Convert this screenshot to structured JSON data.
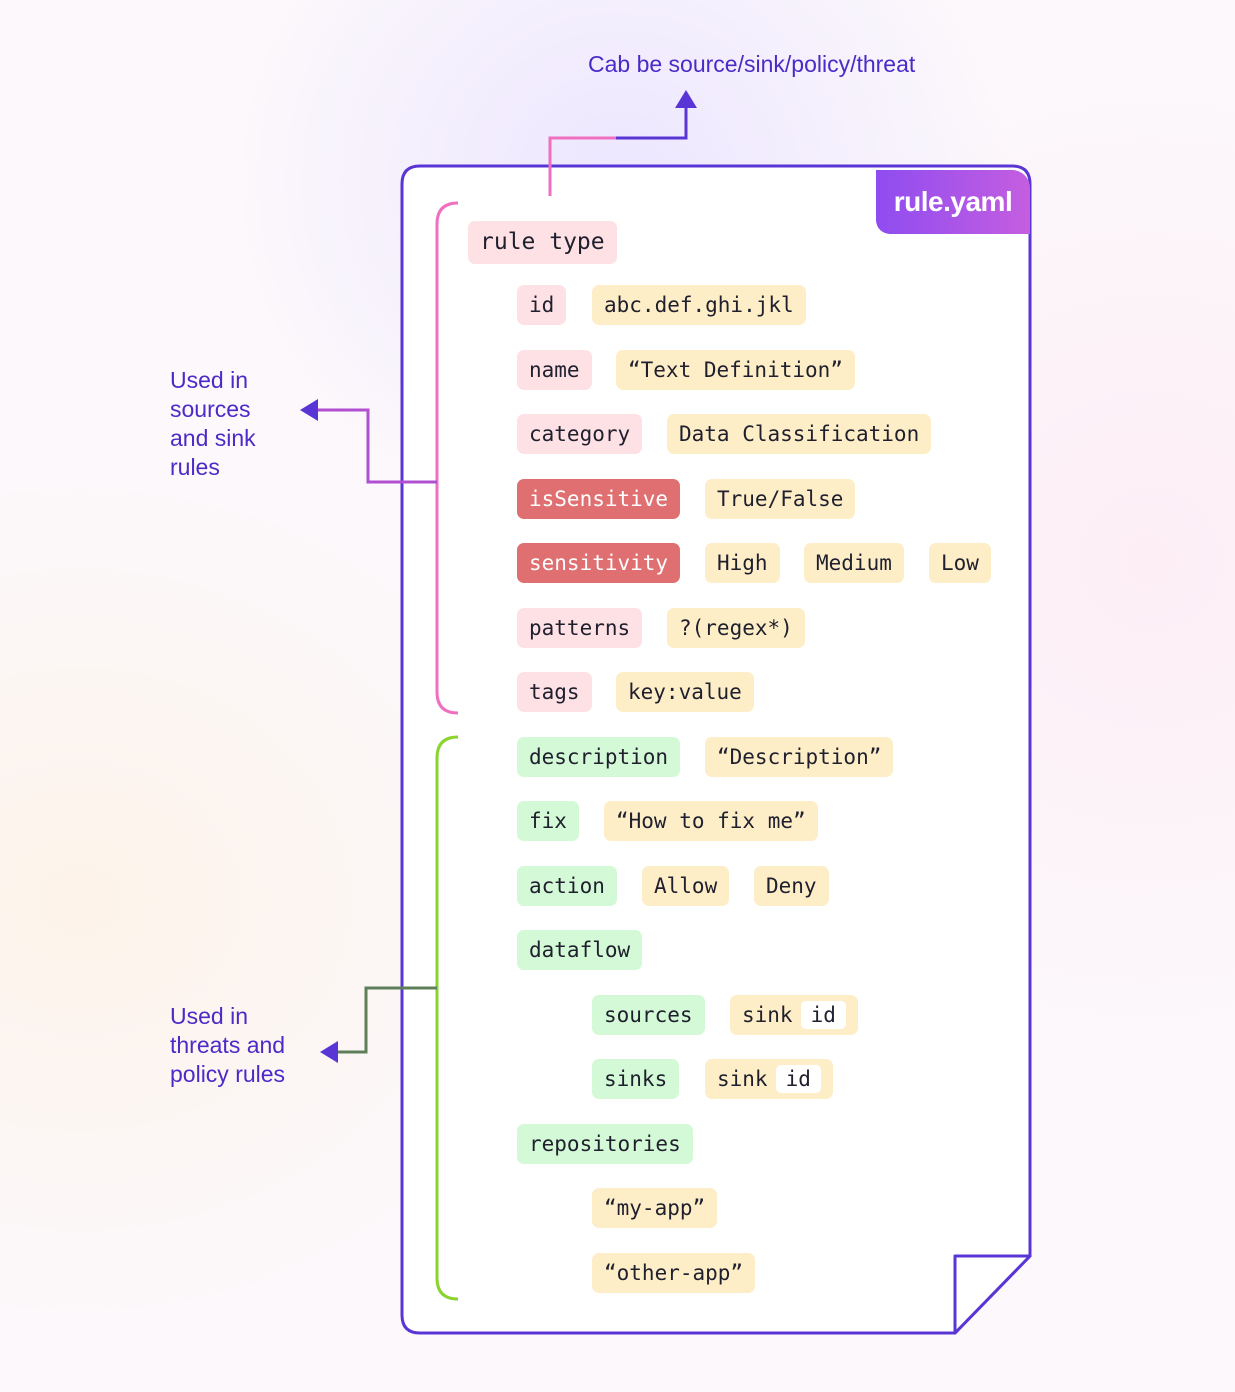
{
  "file_name": "rule.yaml",
  "annotations": {
    "top": "Cab be source/sink/policy/threat",
    "sources_sink": [
      "Used in",
      "sources",
      "and sink",
      "rules"
    ],
    "threats_policy": [
      "Used in",
      "threats and",
      "policy rules"
    ]
  },
  "fields": {
    "rule_type": "rule type",
    "id": {
      "key": "id",
      "value": "abc.def.ghi.jkl"
    },
    "name": {
      "key": "name",
      "value": "“Text Definition”"
    },
    "category": {
      "key": "category",
      "value": "Data Classification"
    },
    "is_sensitive": {
      "key": "isSensitive",
      "value": "True/False"
    },
    "sensitivity": {
      "key": "sensitivity",
      "values": [
        "High",
        "Medium",
        "Low"
      ]
    },
    "patterns": {
      "key": "patterns",
      "value": "?(regex*)"
    },
    "tags": {
      "key": "tags",
      "value": "key:value"
    },
    "description": {
      "key": "description",
      "value": "“Description”"
    },
    "fix": {
      "key": "fix",
      "value": "“How to fix me”"
    },
    "action": {
      "key": "action",
      "values": [
        "Allow",
        "Deny"
      ]
    },
    "dataflow": {
      "key": "dataflow",
      "sources": {
        "key": "sources",
        "value": "sink",
        "id": "id"
      },
      "sinks": {
        "key": "sinks",
        "value": "sink",
        "id": "id"
      }
    },
    "repositories": {
      "key": "repositories",
      "values": [
        "“my-app”",
        "“other-app”"
      ]
    }
  },
  "colors": {
    "accent": "#5a35d6",
    "pink_bracket": "#ef6fc0",
    "green_bracket": "#8bd42f",
    "key_pink": "#fde1e4",
    "key_red": "#df6f70",
    "key_green": "#d3f9d6",
    "value": "#fdeec7"
  }
}
